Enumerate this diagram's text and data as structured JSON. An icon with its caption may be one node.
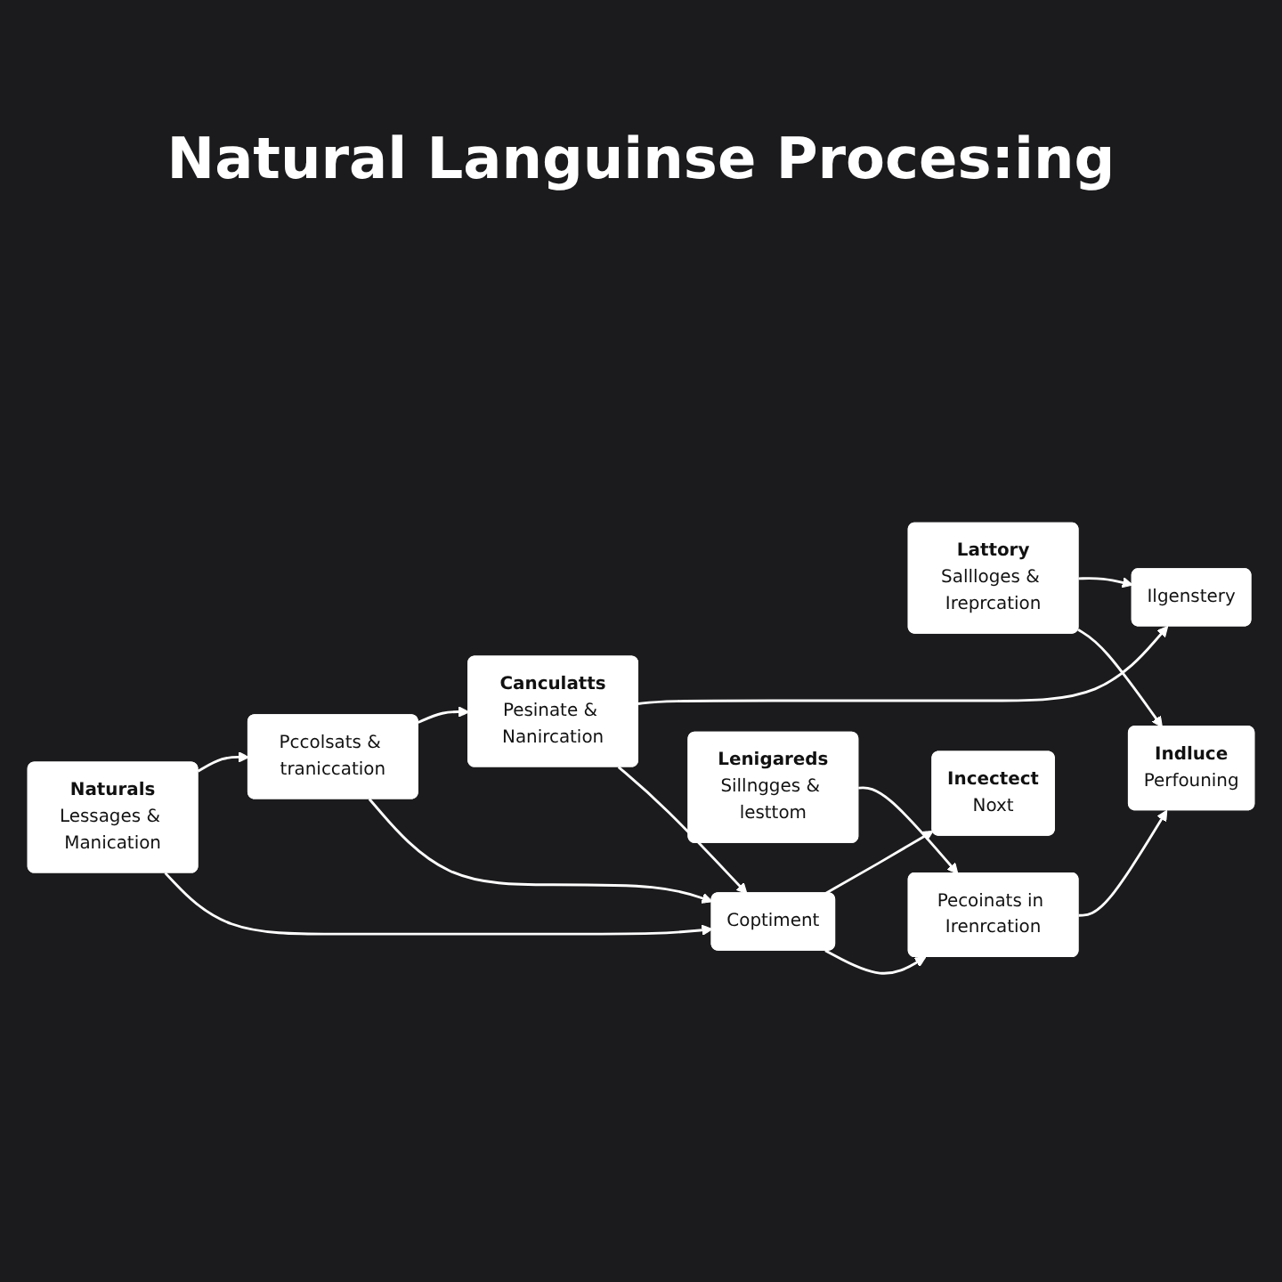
{
  "diagram": {
    "title": "Natural Languinse Proces:ing",
    "nodes": [
      {
        "text": [
          "Naturals",
          "Lessages & Manication"
        ]
      },
      {
        "text": [
          "Pccolsats & traniccation"
        ]
      },
      {
        "text": [
          "Canculatts",
          "Pesinate & Nanircation"
        ]
      },
      {
        "text": [
          "Ilgenstery"
        ]
      },
      {
        "text": [
          "Coptiment"
        ]
      },
      {
        "text": [
          "Lattory",
          "Sallloges & Ireprcation"
        ]
      },
      {
        "text": [
          "Incectect",
          "Noxt"
        ]
      },
      {
        "text": [
          "Lenigareds",
          "Sillngges & lesttom"
        ]
      },
      {
        "text": [
          "Pecoinats in Irenrcation"
        ]
      },
      {
        "text": [
          "Indluce",
          "Perfouning"
        ]
      }
    ],
    "edges": [
      {
        "from": 0,
        "to": 1,
        "arrow": "to"
      },
      {
        "from": 1,
        "to": 2,
        "arrow": "to"
      },
      {
        "from": 2,
        "to": 3,
        "arrow": "to"
      },
      {
        "from": 0,
        "to": 4,
        "arrow": "to"
      },
      {
        "from": 1,
        "to": 4,
        "arrow": "to"
      },
      {
        "from": 2,
        "to": 4,
        "arrow": "to"
      },
      {
        "from": 4,
        "to": 6,
        "arrow": "to"
      },
      {
        "from": 4,
        "to": 8,
        "arrow": "to"
      },
      {
        "from": 7,
        "to": 8,
        "arrow": "to"
      },
      {
        "from": 8,
        "to": 9,
        "arrow": "to"
      },
      {
        "from": 5,
        "to": 3,
        "arrow": "to"
      },
      {
        "from": 5,
        "to": 9,
        "arrow": "to"
      }
    ]
  }
}
